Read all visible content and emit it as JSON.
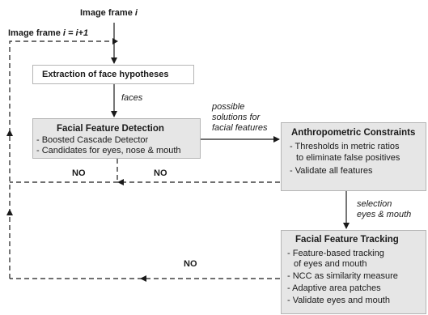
{
  "top_label": {
    "prefix": "Image frame ",
    "var": "i"
  },
  "loop_label": {
    "prefix": "Image frame ",
    "expr": "i = i+1"
  },
  "extraction": {
    "title": "Extraction of face hypotheses"
  },
  "faces_label": "faces",
  "possible_label": [
    "possible",
    "solutions for",
    "facial features"
  ],
  "detection": {
    "title": "Facial Feature Detection",
    "items": [
      "- Boosted Cascade Detector",
      "- Candidates for eyes, nose & mouth"
    ]
  },
  "anthropometric": {
    "title": "Anthropometric Constraints",
    "items": [
      "- Thresholds in metric ratios",
      "to eliminate false positives",
      "- Validate all features"
    ]
  },
  "selection_label": [
    "selection",
    "eyes & mouth"
  ],
  "tracking": {
    "title": "Facial Feature Tracking",
    "items": [
      "- Feature-based tracking",
      "of eyes and mouth",
      "- NCC as similarity measure",
      "- Adaptive area patches",
      "- Validate eyes and mouth"
    ]
  },
  "no_labels": [
    "NO",
    "NO",
    "NO"
  ]
}
